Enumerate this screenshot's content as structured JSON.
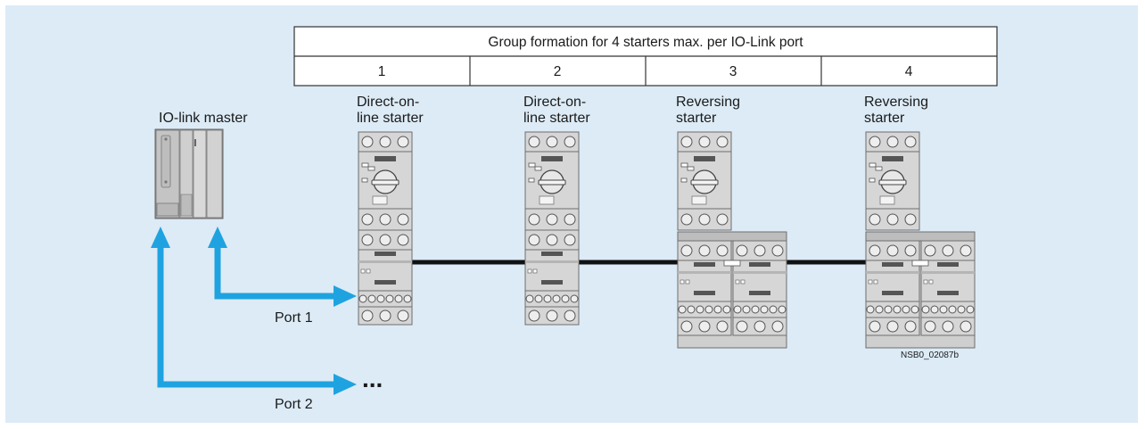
{
  "table": {
    "title": "Group formation for 4 starters max. per IO-Link port",
    "columns": [
      "1",
      "2",
      "3",
      "4"
    ]
  },
  "master": {
    "label": "IO-link master"
  },
  "starters": [
    {
      "line1": "Direct-on-",
      "line2": "line starter",
      "type": "direct-on-line"
    },
    {
      "line1": "Direct-on-",
      "line2": "line starter",
      "type": "direct-on-line"
    },
    {
      "line1": "Reversing",
      "line2": "starter",
      "type": "reversing"
    },
    {
      "line1": "Reversing",
      "line2": "starter",
      "type": "reversing"
    }
  ],
  "ports": [
    {
      "label": "Port 1"
    },
    {
      "label": "Port 2"
    }
  ],
  "continuation": "...",
  "drawing_code": "NSB0_02087b",
  "colors": {
    "background": "#dcebf6",
    "arrow": "#1fa3e0",
    "device": "#d6d6d6",
    "device_stroke": "#6e6e6e",
    "cable": "#111111"
  }
}
